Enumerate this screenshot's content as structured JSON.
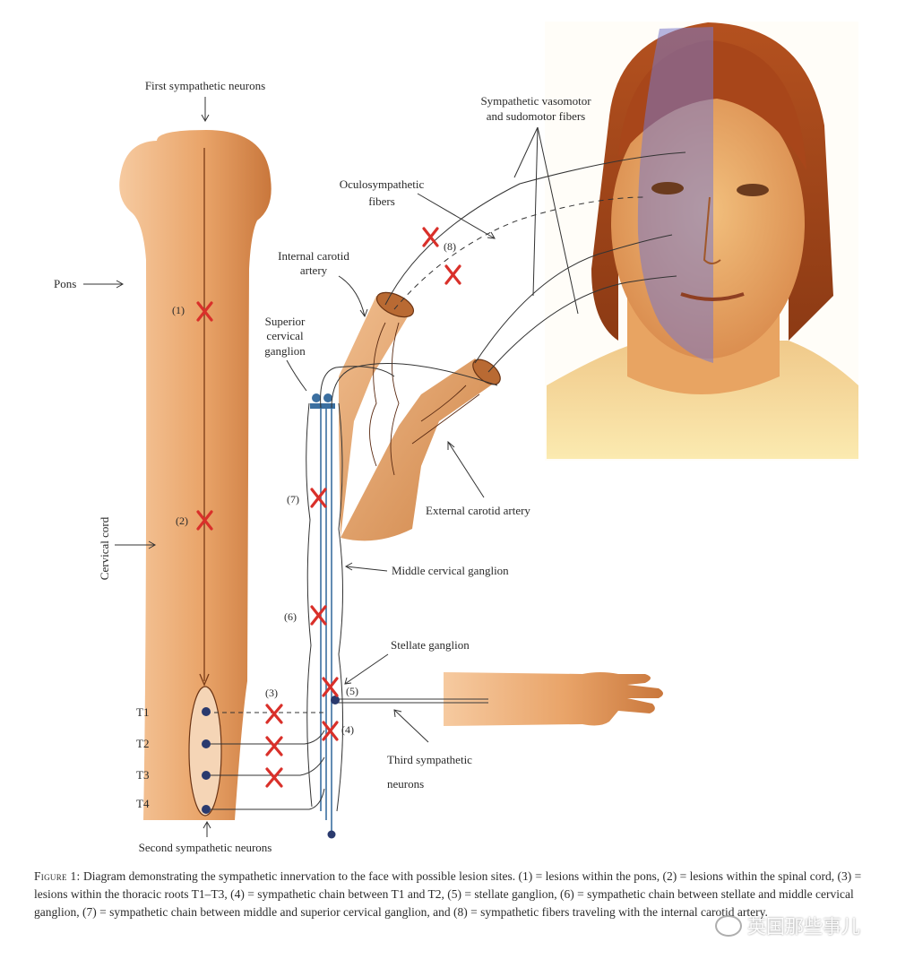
{
  "labels": {
    "first_neurons": "First sympathetic neurons",
    "pons": "Pons",
    "cervical_cord": "Cervical cord",
    "second_neurons": "Second sympathetic neurons",
    "third_neurons_line1": "Third sympathetic",
    "third_neurons_line2": "neurons",
    "internal_carotid_line1": "Internal carotid",
    "internal_carotid_line2": "artery",
    "superior_ganglion_line1": "Superior",
    "superior_ganglion_line2": "cervical",
    "superior_ganglion_line3": "ganglion",
    "oculo_line1": "Oculosympathetic",
    "oculo_line2": "fibers",
    "vasomotor_line1": "Sympathetic vasomotor",
    "vasomotor_line2": "and sudomotor fibers",
    "external_carotid": "External carotid artery",
    "middle_ganglion": "Middle cervical ganglion",
    "stellate_ganglion": "Stellate ganglion"
  },
  "roots": [
    "T1",
    "T2",
    "T3",
    "T4"
  ],
  "lesions": {
    "l1": "(1)",
    "l2": "(2)",
    "l3": "(3)",
    "l4": "(4)",
    "l5": "(5)",
    "l6": "(6)",
    "l7": "(7)",
    "l8": "(8)"
  },
  "caption": {
    "figure_label": "Figure 1:",
    "text": "Diagram demonstrating the sympathetic innervation to the face with possible lesion sites. (1) = lesions within the pons, (2) = lesions within the spinal cord, (3) = lesions within the thoracic roots T1–T3, (4) = sympathetic chain between T1 and T2, (5) = stellate ganglion, (6) = sympathetic chain between stellate and middle cervical ganglion, (7) = sympathetic chain between middle and superior cervical ganglion, and (8) = sympathetic fibers traveling with the internal carotid artery."
  },
  "watermark": "英国那些事儿",
  "colors": {
    "tissue": "#e8a56b",
    "tissue_dark": "#c97a3e",
    "lesion_x": "#d9302a",
    "neuron": "#2a3a6e",
    "chain": "#3b6fa0",
    "face_overlay": "#7a78c8"
  }
}
